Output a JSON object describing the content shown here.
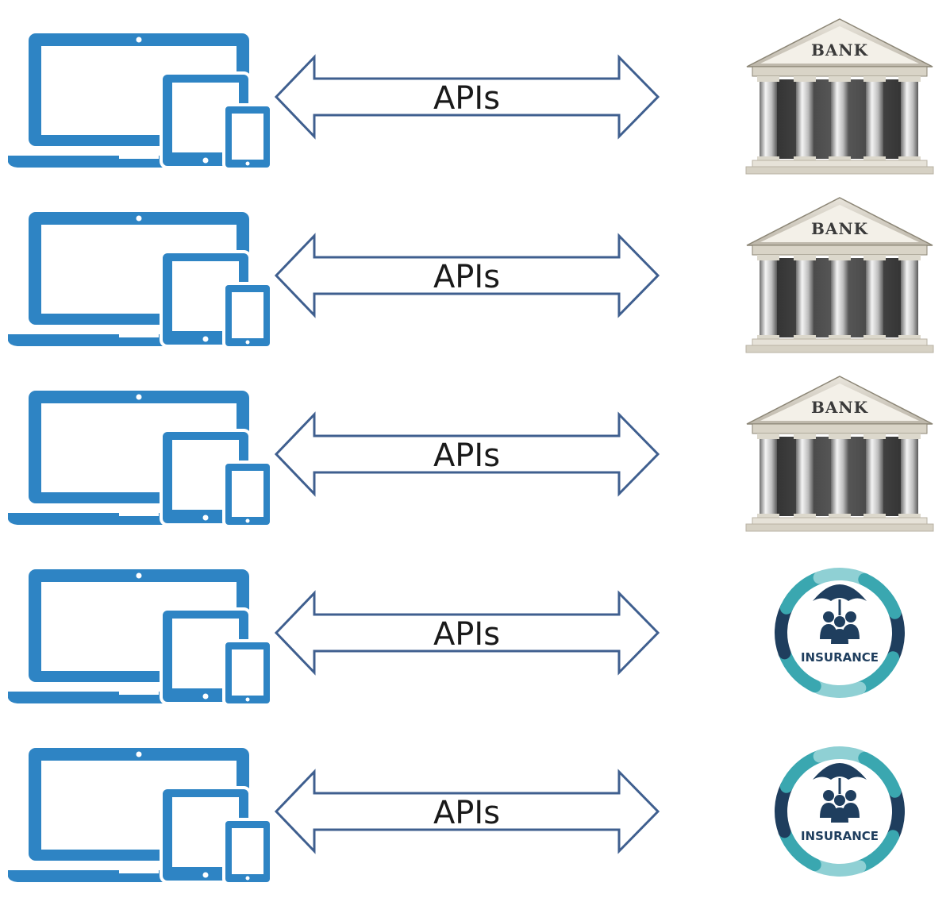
{
  "colors": {
    "device": "#2e84c4",
    "arrow_stroke": "#3f5f8f",
    "label_text": "#1a1a1a",
    "insurance_navy": "#1f3e5e",
    "insurance_teal": "#3aa7b0",
    "insurance_light": "#8fd0d4"
  },
  "rows": [
    {
      "device_icon": "devices-icon",
      "arrow_label": "APIs",
      "target": {
        "type": "bank",
        "icon": "bank-icon",
        "label": "BANK"
      }
    },
    {
      "device_icon": "devices-icon",
      "arrow_label": "APIs",
      "target": {
        "type": "bank",
        "icon": "bank-icon",
        "label": "BANK"
      }
    },
    {
      "device_icon": "devices-icon",
      "arrow_label": "APIs",
      "target": {
        "type": "bank",
        "icon": "bank-icon",
        "label": "BANK"
      }
    },
    {
      "device_icon": "devices-icon",
      "arrow_label": "APIs",
      "target": {
        "type": "insurance",
        "icon": "insurance-icon",
        "label": "INSURANCE"
      }
    },
    {
      "device_icon": "devices-icon",
      "arrow_label": "APIs",
      "target": {
        "type": "insurance",
        "icon": "insurance-icon",
        "label": "INSURANCE"
      }
    }
  ]
}
